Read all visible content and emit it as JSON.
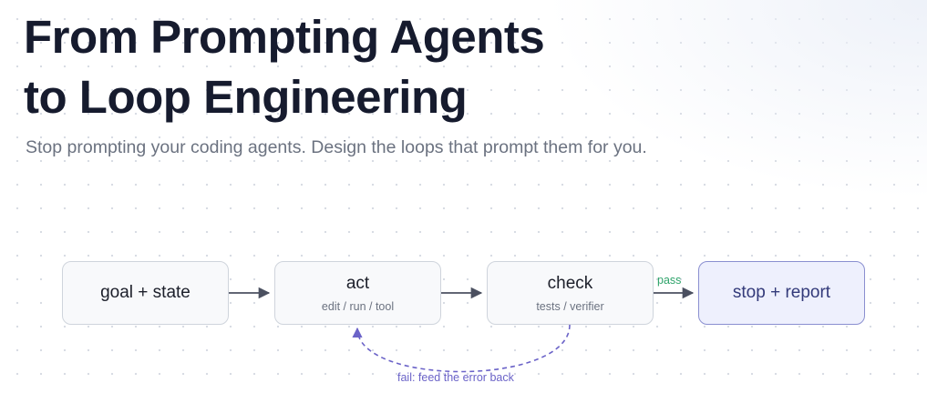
{
  "header": {
    "title_line1": "From Prompting Agents",
    "title_line2": "to Loop Engineering",
    "subtitle": "Stop prompting your coding agents. Design the loops that prompt them for you."
  },
  "diagram": {
    "nodes": {
      "goal": {
        "label": "goal + state"
      },
      "act": {
        "label": "act",
        "sublabel": "edit / run / tool"
      },
      "check": {
        "label": "check",
        "sublabel": "tests / verifier"
      },
      "stop": {
        "label": "stop + report"
      }
    },
    "edges": {
      "pass_label": "pass",
      "fail_label": "fail: feed the error back"
    }
  },
  "colors": {
    "title": "#161b2e",
    "subtitle": "#6b7280",
    "arrow": "#4b5060",
    "pass": "#2ea36a",
    "fail": "#6b63c8",
    "stop_fill": "#eef0fd",
    "stop_border": "#8a8fd0"
  }
}
